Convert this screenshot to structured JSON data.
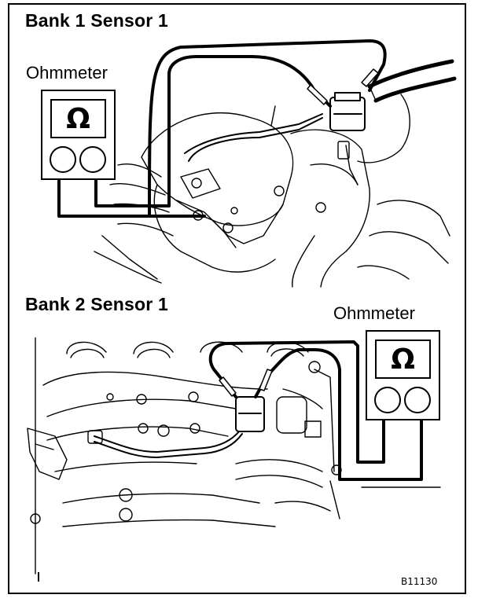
{
  "section1": {
    "title": "Bank 1 Sensor 1",
    "meter_label": "Ohmmeter",
    "meter_symbol": "Ω"
  },
  "section2": {
    "title": "Bank 2 Sensor 1",
    "meter_label": "Ohmmeter",
    "meter_symbol": "Ω"
  },
  "figure_code": "B11130",
  "colors": {
    "ink": "#000000",
    "paper": "#ffffff"
  }
}
